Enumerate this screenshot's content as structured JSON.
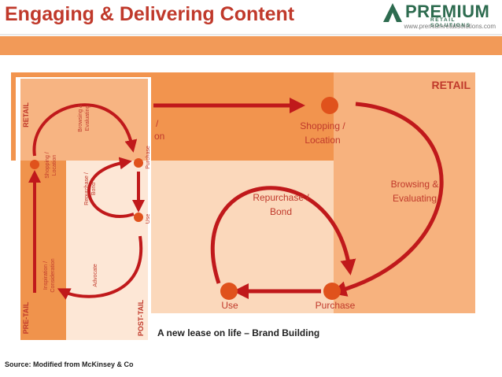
{
  "header": {
    "title": "Engaging & Delivering Content",
    "logo_word": "PREMIUM",
    "logo_sub": "RETAIL SOLUTIONS",
    "url": "www.premiumretailsolutions.com"
  },
  "large_diagram": {
    "zone_label": "RETAIL",
    "partial_label_line1": "/",
    "partial_label_line2": "on",
    "shopping_line1": "Shopping /",
    "shopping_line2": "Location",
    "browsing_line1": "Browsing &",
    "browsing_line2": "Evaluating",
    "repurchase_line1": "Repurchase /",
    "repurchase_line2": "Bond",
    "use_label": "Use",
    "purchase_label": "Purchase"
  },
  "small_diagram": {
    "retail_label": "RETAIL",
    "pretail_label": "PRE-TAIL",
    "posttail_label": "POST-TAIL",
    "browsing_line1": "Browsing &",
    "browsing_line2": "Evaluating",
    "shopping_line1": "Shopping /",
    "shopping_line2": "Location",
    "purchase_label": "Purchase",
    "repurchase_line1": "Repurchase /",
    "repurchase_line2": "Bond",
    "use_label": "Use",
    "inspiration_line1": "Inspiration /",
    "inspiration_line2": "Consideration",
    "advocate_label": "Advocate"
  },
  "caption": "A new lease on life – Brand Building",
  "source": "Source: Modified from McKinsey & Co",
  "colors": {
    "accent": "#c0392b",
    "arrow": "#c0191b",
    "node": "#e0521c",
    "band_dark": "#f0944f",
    "band_mid": "#f6b27c",
    "band_light": "#fbd9bd",
    "band_pale": "#fde9d9"
  }
}
